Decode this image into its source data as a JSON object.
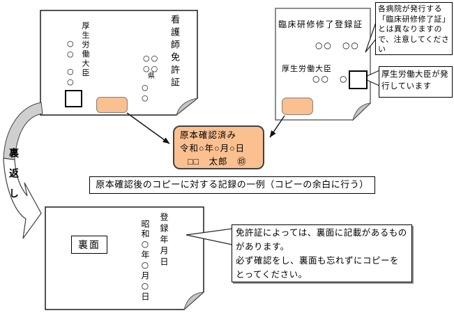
{
  "colors": {
    "stamp_orange": "#FAC090",
    "fold_gray": "#C6C6C6",
    "doc2_border_gray": "#7f7f7f"
  },
  "doc_front_license": {
    "title_vertical": "看護師免許証",
    "minister_vertical": "厚生労働大臣",
    "left_marks": [
      "○",
      "○",
      "○",
      "○"
    ],
    "mid_marks": [
      "○○",
      "○○",
      "県",
      "○",
      "○"
    ]
  },
  "doc_registration": {
    "title": "臨床研修修了登録証",
    "marks_row1": "○○　○○",
    "minister": "厚生労働大臣",
    "marks_row2": "○○　○○"
  },
  "stamp_note": {
    "line1": "原本確認済み",
    "line2": "令和○年○月○日",
    "line3": "□□　太郎　㊞"
  },
  "caption": "原本確認後のコピーに対する記録の一例（コピーの余白に行う）",
  "flip_label_vertical": "裏返し",
  "doc_back": {
    "label": "裏面",
    "registration_date_vertical": "登録年月日",
    "showa_date_vertical": "昭和○年○月○日"
  },
  "callouts": {
    "hospital_note": "各病院が発行する「臨床研修修了証」とは異なりますので、注意してください",
    "issuer_note": "厚生労働大臣が発行しています",
    "backside_note_line1": "免許証によっては、裏面に記載があるものがあります。",
    "backside_note_line2": "必ず確認をし、裏面も忘れずにコピーをとってください。"
  }
}
